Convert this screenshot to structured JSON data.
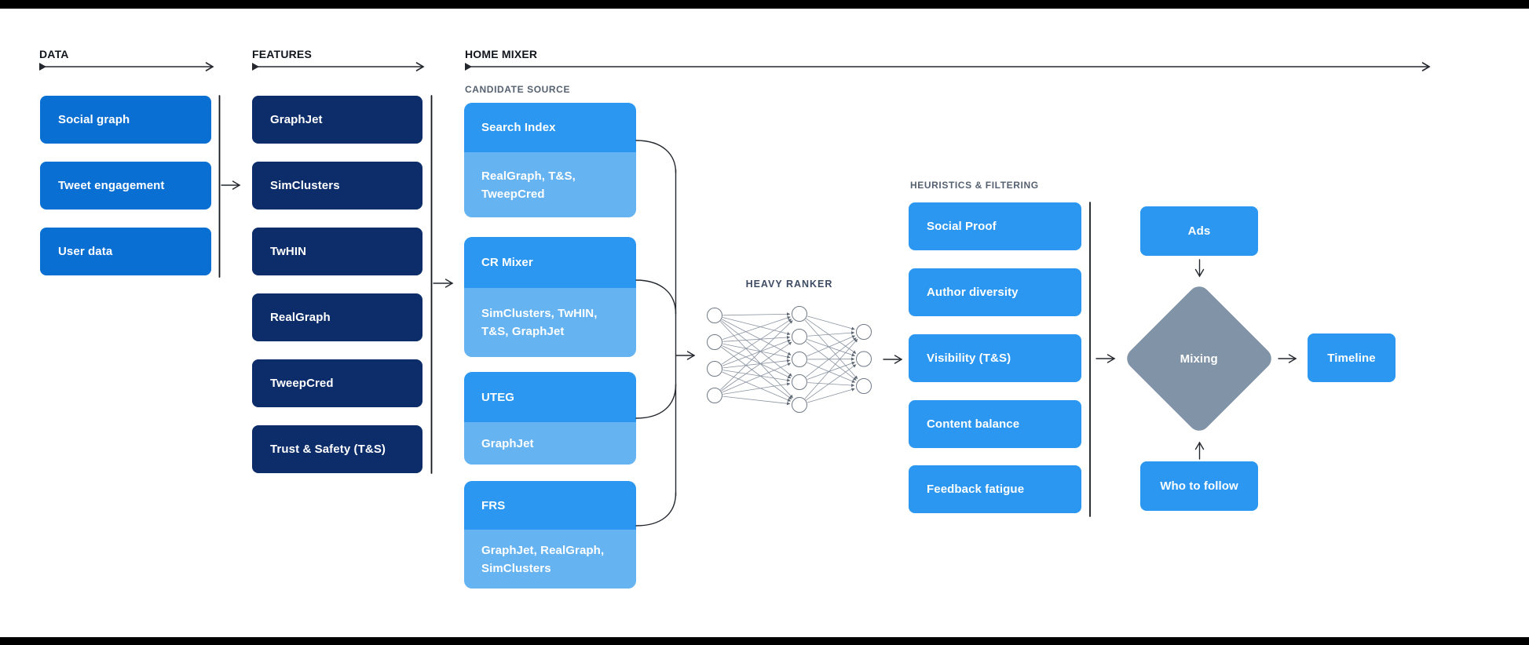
{
  "palette": {
    "data_box": "#0a6fd2",
    "features_box": "#0c2d69",
    "candidate_header": "#2b97f0",
    "candidate_sub": "#66b3f1",
    "heuristics_box": "#2b97f0",
    "cta_box": "#2b97f0",
    "diamond": "#8193a6",
    "section_label": "#566170",
    "ranker_label": "#3d4c63",
    "line": "#24282e"
  },
  "sections": {
    "data": {
      "label": "DATA",
      "items": [
        "Social graph",
        "Tweet engagement",
        "User data"
      ]
    },
    "features": {
      "label": "FEATURES",
      "items": [
        "GraphJet",
        "SimClusters",
        "TwHIN",
        "RealGraph",
        "TweepCred",
        "Trust & Safety (T&S)"
      ]
    },
    "home_mixer": {
      "label": "HOME MIXER",
      "candidate_source": {
        "label": "CANDIDATE SOURCE",
        "cards": [
          {
            "title": "Search Index",
            "sources": "RealGraph, T&S,\nTweepCred"
          },
          {
            "title": "CR Mixer",
            "sources": "SimClusters, TwHIN,\nT&S, GraphJet"
          },
          {
            "title": "UTEG",
            "sources": "GraphJet"
          },
          {
            "title": "FRS",
            "sources": "GraphJet, RealGraph,\nSimClusters"
          }
        ]
      },
      "heavy_ranker": {
        "label": "HEAVY RANKER",
        "network": {
          "layers": [
            4,
            5,
            3
          ]
        }
      },
      "heuristics": {
        "label": "HEURISTICS & FILTERING",
        "items": [
          "Social Proof",
          "Author diversity",
          "Visibility (T&S)",
          "Content balance",
          "Feedback fatigue"
        ]
      },
      "mixing": {
        "label": "Mixing",
        "ads": "Ads",
        "who_to_follow": "Who to follow",
        "timeline": "Timeline"
      }
    }
  }
}
